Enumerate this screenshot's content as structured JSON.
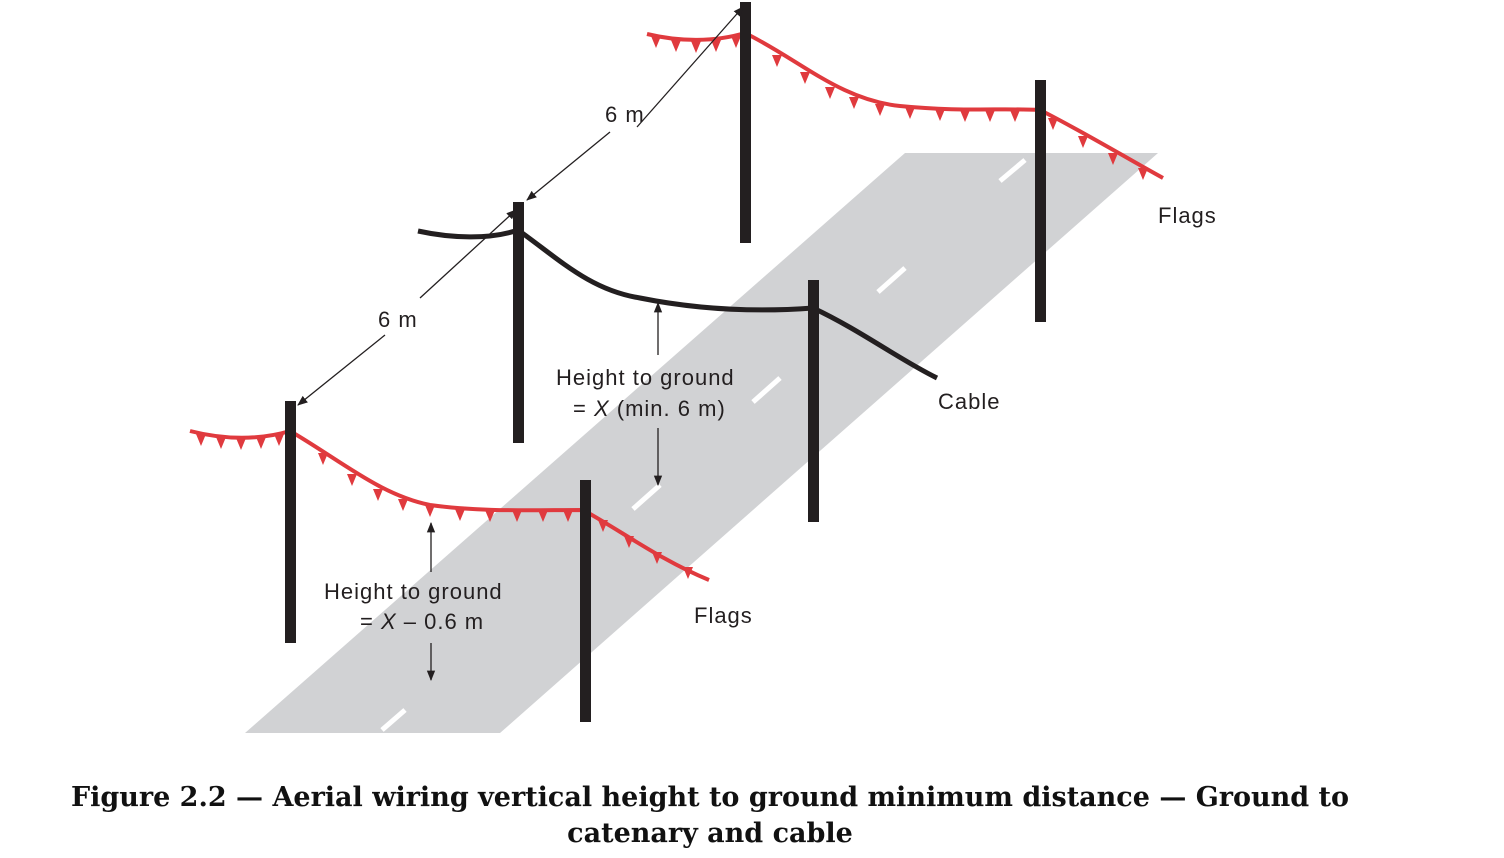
{
  "diagram": {
    "spacing_label_top": "6 m",
    "spacing_label_bottom": "6 m",
    "cable_label": "Cable",
    "flags_label_right": "Flags",
    "flags_label_front": "Flags",
    "height_cable_line1": "Height to ground",
    "height_cable_line2_prefix": "= ",
    "height_cable_var": "X",
    "height_cable_line2_suffix": " (min. 6 m)",
    "height_flags_line1": "Height to ground",
    "height_flags_line2_prefix": "= ",
    "height_flags_var": "X",
    "height_flags_line2_suffix": " – 0.6 m",
    "colors": {
      "road": "#d1d2d4",
      "pole": "#231f20",
      "cable": "#231f20",
      "flags": "#e03a3e",
      "text": "#231f20"
    }
  },
  "caption": {
    "text": "Figure 2.2 — Aerial wiring vertical height to ground minimum distance — Ground to catenary and cable"
  }
}
